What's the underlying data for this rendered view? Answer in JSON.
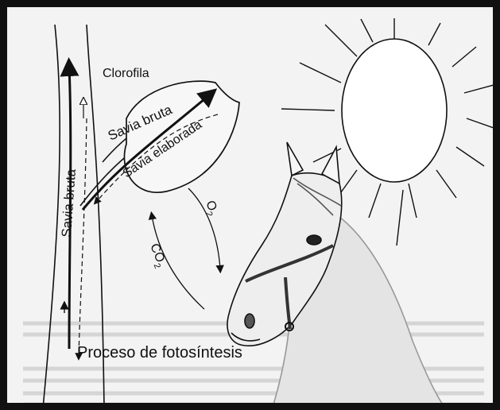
{
  "labels": {
    "clorofila": "Clorofila",
    "savia_bruta_leaf": "Savia bruta",
    "savia_elaborada": "Savia elaborada",
    "savia_bruta_stem": "Savia bruta",
    "o2": "O",
    "o2_sub": "2",
    "co2": "CO",
    "co2_sub": "2",
    "caption": "Proceso de fotosíntesis"
  },
  "icons": [
    "sun-icon",
    "leaf-icon",
    "stem-icon",
    "horse-head-icon"
  ],
  "colors": {
    "frame": "#111111",
    "background": "#f3f3f3",
    "ink": "#111111",
    "sun_fill": "#ffffff"
  }
}
